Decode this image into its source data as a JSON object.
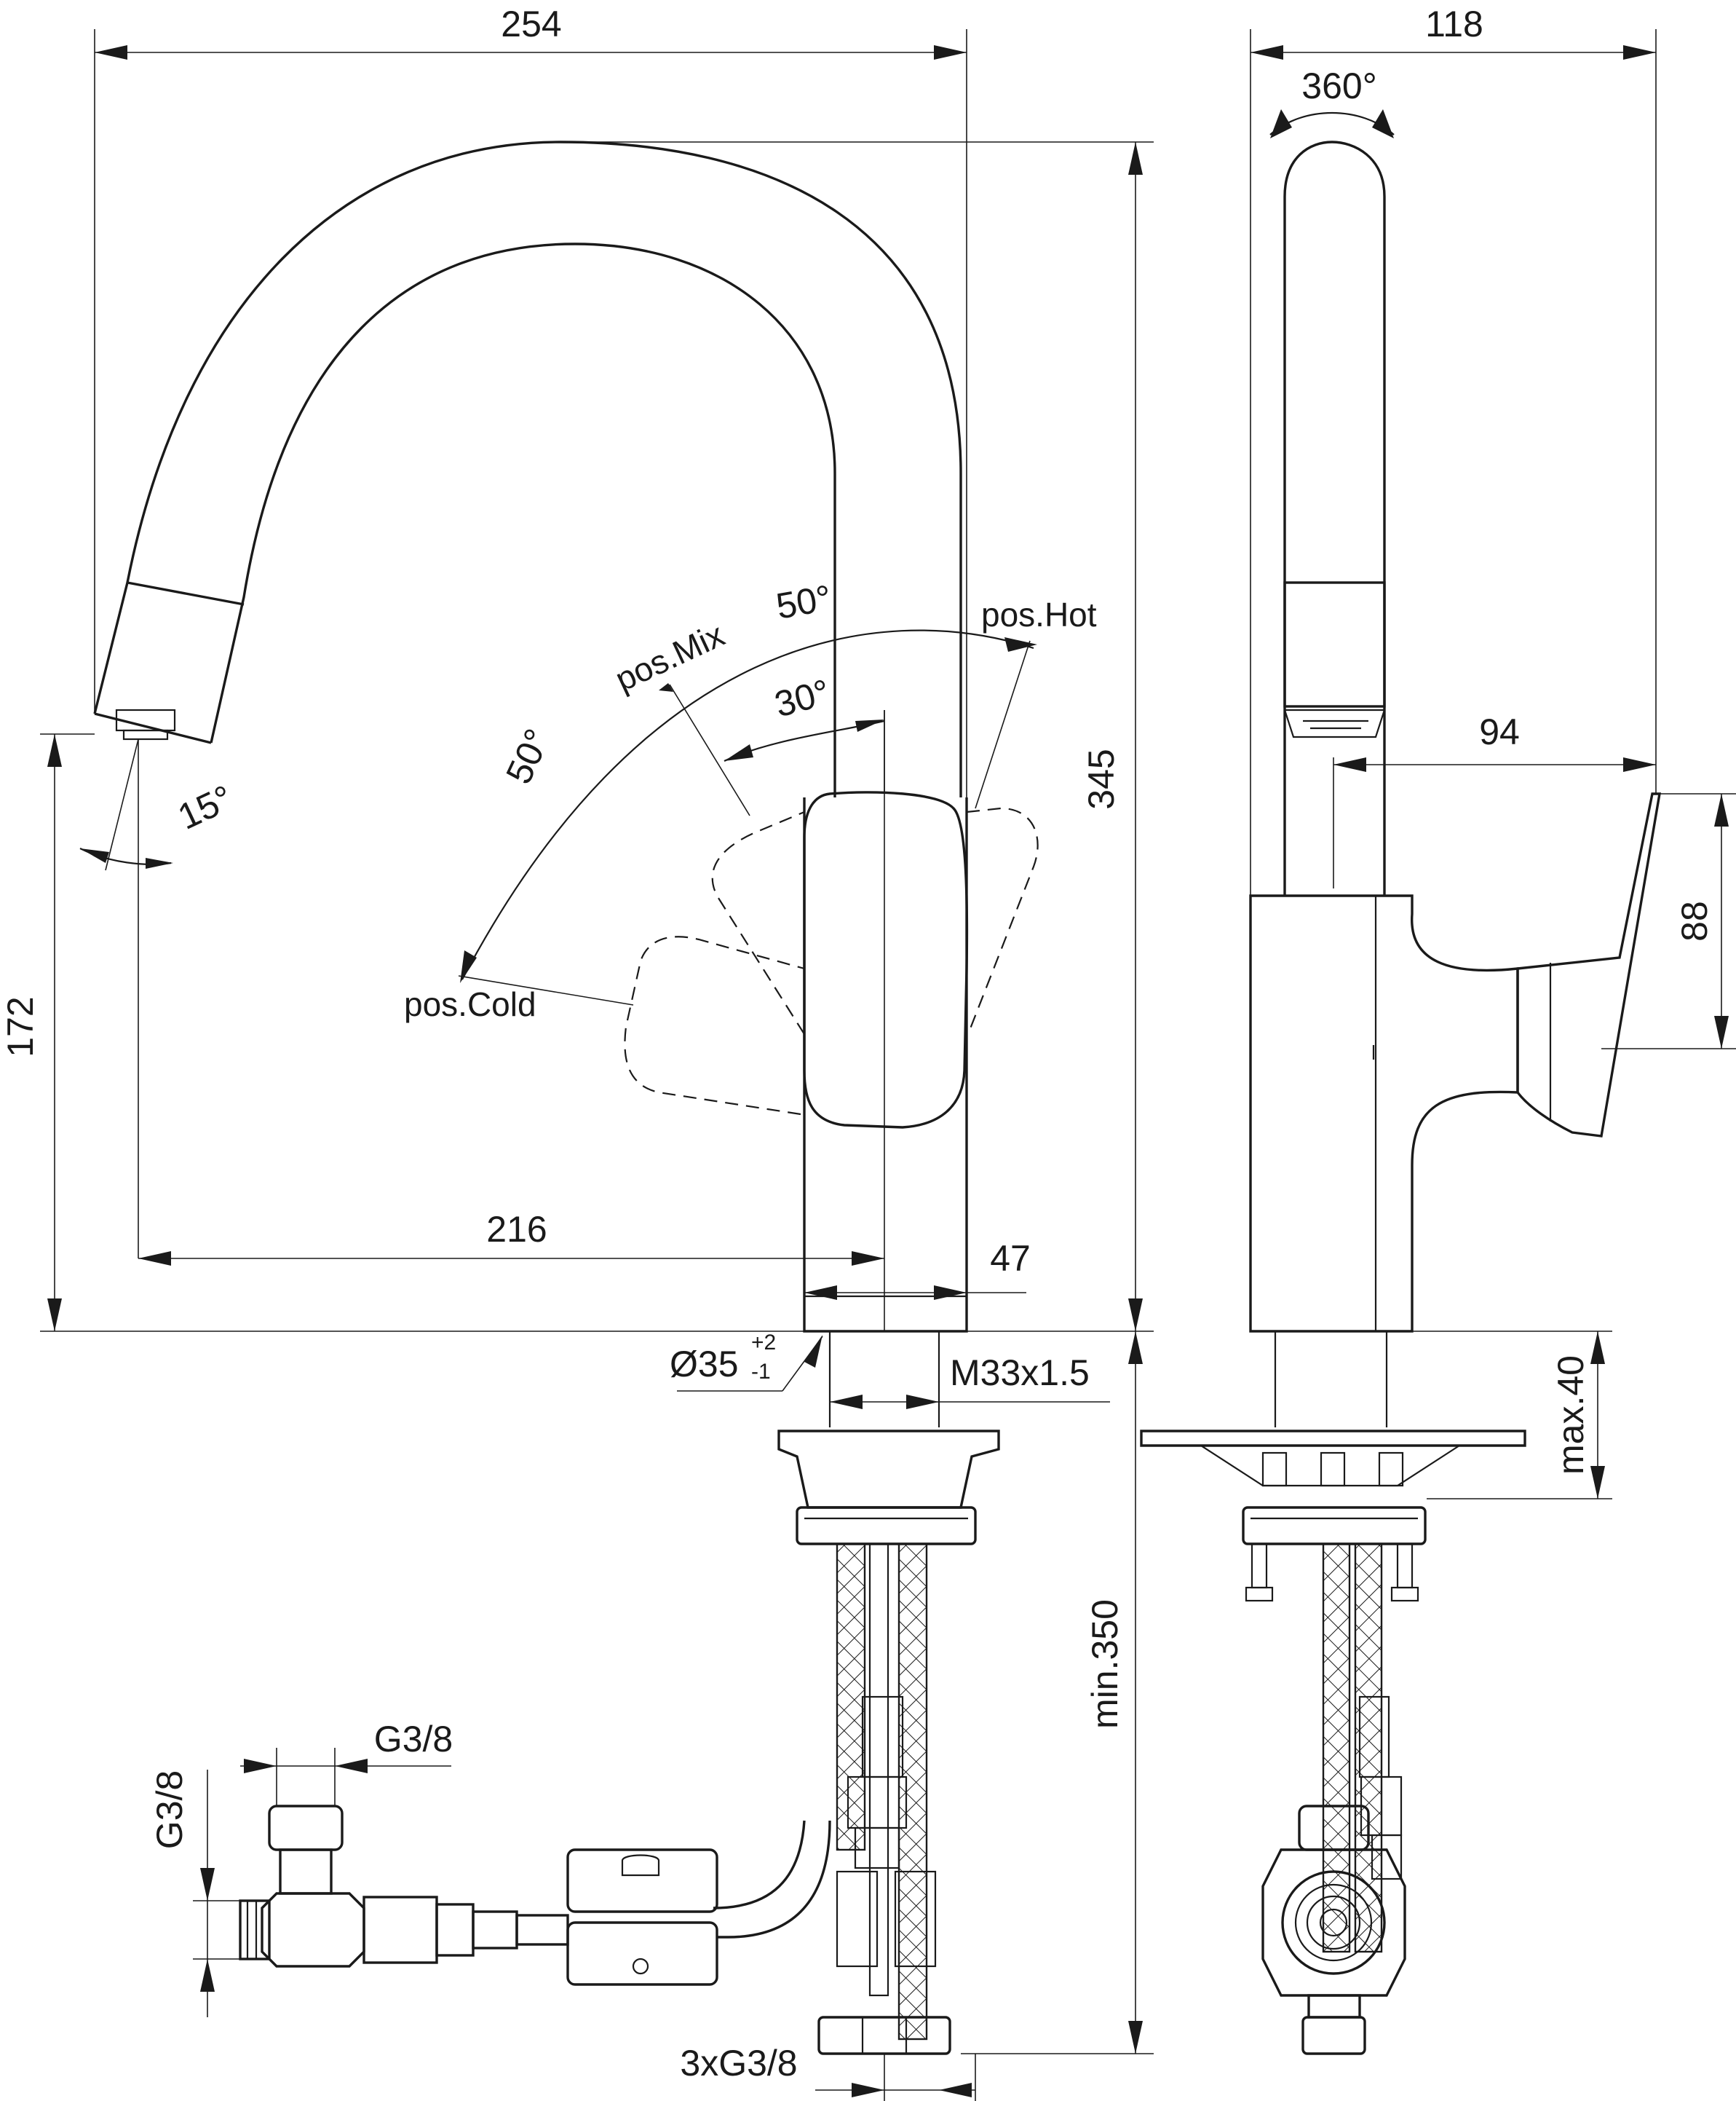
{
  "dimensions": {
    "overall_width": "254",
    "side_width": "118",
    "rotation": "360°",
    "overall_height": "345",
    "spout_height": "172",
    "spout_reach": "216",
    "body_diameter": "47",
    "hole_diameter": "Ø35",
    "hole_tol_plus": "+2",
    "hole_tol_minus": "-1",
    "thread": "M33x1.5",
    "spout_angle": "15°",
    "lever_angle_hot": "50°",
    "lever_angle_cold": "50°",
    "lever_angle_small": "30°",
    "side_reach": "94",
    "lever_height": "88",
    "deck_thickness": "max.40",
    "hose_length": "min.350",
    "valve_thread_h": "G3/8",
    "valve_thread_v": "G3/8",
    "hose_connections": "3xG3/8"
  },
  "lever_positions": {
    "hot": "pos.Hot",
    "mix": "pos.Mix",
    "cold": "pos.Cold"
  },
  "colors": {
    "line": "#1a1a1a",
    "background": "#ffffff"
  }
}
